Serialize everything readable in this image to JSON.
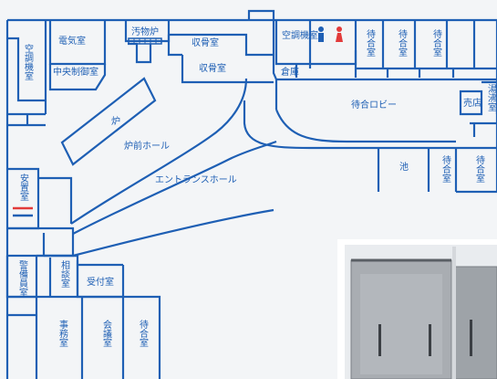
{
  "map": {
    "rooms": {
      "air_conditioning_left": "空調機室",
      "electrical_room": "電気室",
      "filth_furnace": "汚物炉",
      "ash_collection_1": "収骨室",
      "ash_collection_2": "収骨室",
      "central_control": "中央制御室",
      "air_conditioning_right": "空調機室",
      "warehouse": "倉庫",
      "waiting_1": "待合室",
      "waiting_2": "待合室",
      "waiting_3": "待合室",
      "waiting_lobby": "待合ロビー",
      "shop": "売店",
      "kettle_room": "湯沸室",
      "furnace": "炉",
      "furnace_front_hall": "炉前ホール",
      "entrance_hall": "エントランスホール",
      "pond": "池",
      "waiting_4": "待合室",
      "waiting_5": "待合室",
      "repose_room": "安置室",
      "guard_room": "警備員室",
      "consultation_room": "相談室",
      "reception": "受付室",
      "office": "事務室",
      "meeting_room": "会議室",
      "waiting_6": "待合室"
    },
    "colors": {
      "wall": "#1e5fb4",
      "male_icon": "#1e5fb4",
      "female_icon": "#e23a3a",
      "background": "#f3f5f7",
      "photo_frame": "#ffffff",
      "fridge": "#a9adb2"
    },
    "icons": [
      "male-restroom-icon",
      "female-restroom-icon",
      "air-vent-icon",
      "photo-inset"
    ]
  }
}
